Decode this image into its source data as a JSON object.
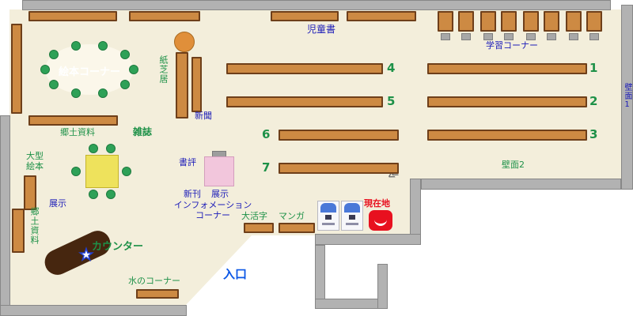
{
  "labels": {
    "picture_book_corner": "絵本コーナー",
    "kamishibai": "紙芝居",
    "newspaper": "新聞",
    "childrens_books": "児童書",
    "study_corner": "学習コーナー",
    "wall1": "壁面1",
    "wall2": "壁面2",
    "local_materials_top": "郷土資料",
    "magazines": "雑誌",
    "large_picture_books": "大型絵本",
    "book_review": "書評",
    "display_left": "展示",
    "local_materials_left": "郷土資料",
    "new_books": "新刊",
    "display_new": "展示",
    "information_corner": "インフォメーションコーナー",
    "counter": "カウンター",
    "water_corner": "水のコーナー",
    "entrance": "入口",
    "large_print": "大活字",
    "manga": "マンガ",
    "you_are_here": "現在地"
  },
  "shelf_numbers": {
    "s1": "1",
    "s2": "2",
    "s3": "3",
    "s4": "4",
    "s5": "5",
    "s6": "6",
    "s7": "7"
  },
  "symbols": {
    "door_mark": "≪",
    "star": "★"
  },
  "colors": {
    "floor": "#f3eedb",
    "wall_gray": "#b2b2b2",
    "shelf_brown": "#cd8a43",
    "shelf_border": "#6e3f1a",
    "chair_green": "#2ea157",
    "label_green": "#1e9148",
    "label_blue": "#1c1cb8",
    "entrance_blue": "#0b57e6",
    "you_are_here_red": "#e8101f",
    "counter_brown": "#46260f",
    "table_yellow": "#eee25c",
    "display_pink": "#f2c6dc",
    "kamishibai_orange": "#e08f3a",
    "terminal_blue": "#4a78d8"
  }
}
